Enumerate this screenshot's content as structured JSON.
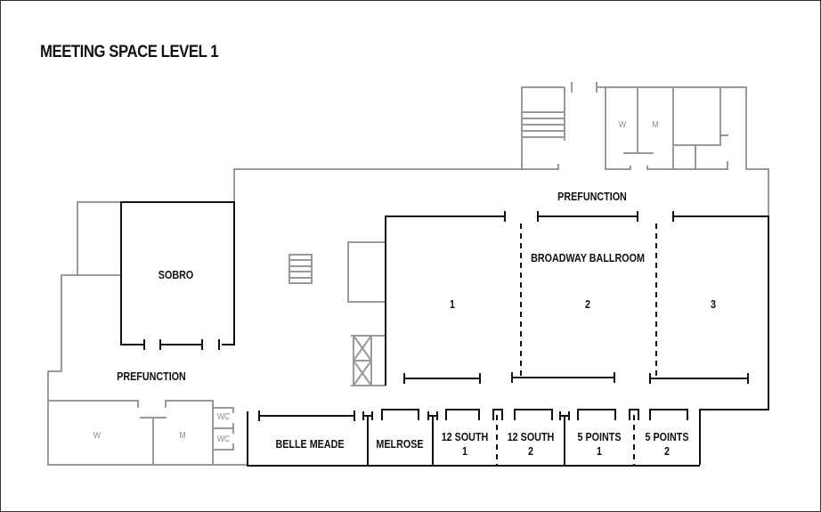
{
  "title": "MEETING SPACE LEVEL 1",
  "colors": {
    "walls_primary": "#111111",
    "walls_secondary": "#999999",
    "background": "#ffffff"
  },
  "rooms": {
    "sobro": "SOBRO",
    "prefunction_west": "PREFUNCTION",
    "prefunction_north": "PREFUNCTION",
    "broadway_ballroom": "BROADWAY BALLROOM",
    "ballroom_1": "1",
    "ballroom_2": "2",
    "ballroom_3": "3",
    "belle_meade": "BELLE MEADE",
    "melrose": "MELROSE",
    "south12_1_a": "12 SOUTH",
    "south12_1_b": "1",
    "south12_2_a": "12 SOUTH",
    "south12_2_b": "2",
    "points5_1_a": "5 POINTS",
    "points5_1_b": "1",
    "points5_2_a": "5 POINTS",
    "points5_2_b": "2"
  },
  "restrooms": {
    "women_north": "W",
    "men_north": "M",
    "women_south": "W",
    "men_south": "M",
    "wc_1": "WC",
    "wc_2": "WC"
  }
}
